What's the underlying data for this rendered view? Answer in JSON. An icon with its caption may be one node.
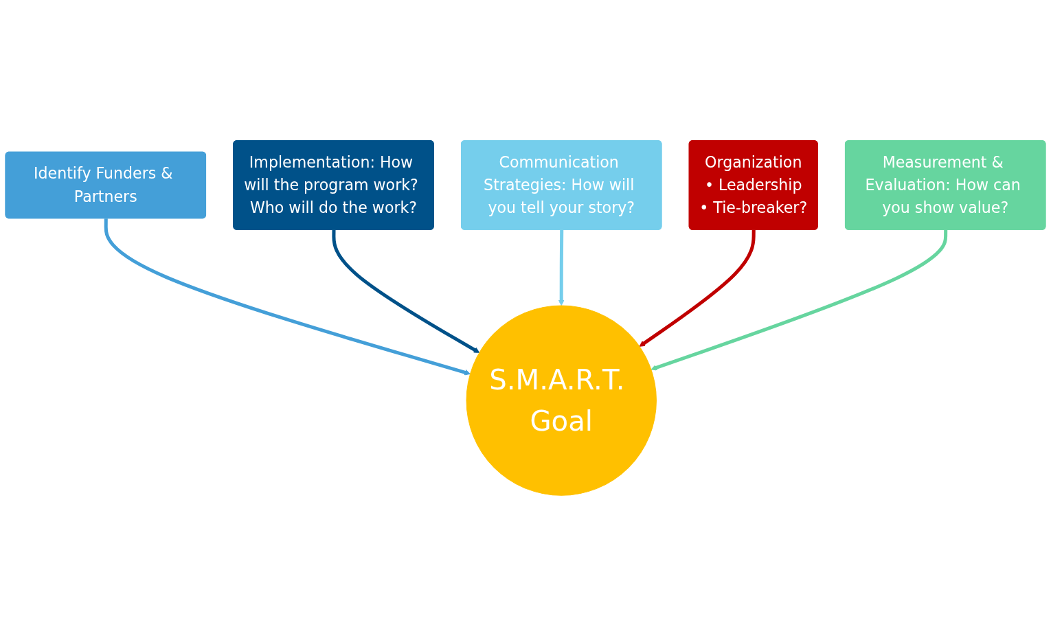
{
  "diagram": {
    "nodes": [
      {
        "text": [
          "Identify Funders & Partners"
        ]
      },
      {
        "text": [
          "Implementation: How will the program work? Who will do the work?"
        ]
      },
      {
        "text": [
          "Communication Strategies: How will you tell your story?"
        ]
      },
      {
        "text": [
          "Organization",
          "• Leadership",
          "• Tie-breaker?"
        ]
      },
      {
        "text": [
          "S.M.A.R.T. Goal"
        ]
      },
      {
        "text": [
          "Measurement & Evaluation: How can you show value?"
        ]
      }
    ],
    "edges": [
      {
        "from": 0,
        "to": 4,
        "arrow": "to",
        "color": "#449fd8"
      },
      {
        "from": 1,
        "to": 4,
        "arrow": "to",
        "color": "#005189"
      },
      {
        "from": 2,
        "to": 4,
        "arrow": "to",
        "color": "#75ceec"
      },
      {
        "from": 3,
        "to": 4,
        "arrow": "to",
        "color": "#c00000"
      },
      {
        "from": 5,
        "to": 4,
        "arrow": "to",
        "color": "#66d59f"
      }
    ]
  }
}
